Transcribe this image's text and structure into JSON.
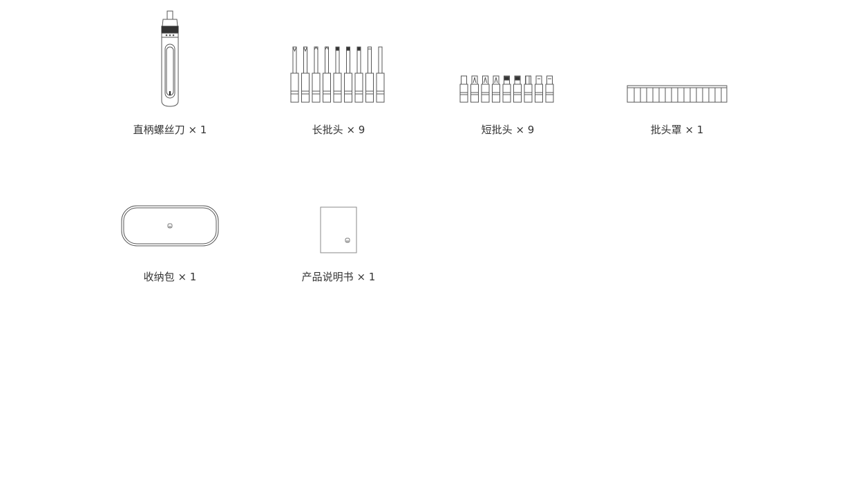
{
  "items": [
    {
      "label": "直柄螺丝刀 × 1",
      "icon": "screwdriver-icon"
    },
    {
      "label": "长批头 × 9",
      "icon": "long-bits-icon"
    },
    {
      "label": "短批头 × 9",
      "icon": "short-bits-icon"
    },
    {
      "label": "批头罩 × 1",
      "icon": "bit-cover-icon"
    },
    {
      "label": "收纳包 × 1",
      "icon": "storage-case-icon"
    },
    {
      "label": "产品说明书 × 1",
      "icon": "manual-icon"
    }
  ],
  "colors": {
    "line": "#555555",
    "text": "#333333",
    "background": "#ffffff"
  }
}
